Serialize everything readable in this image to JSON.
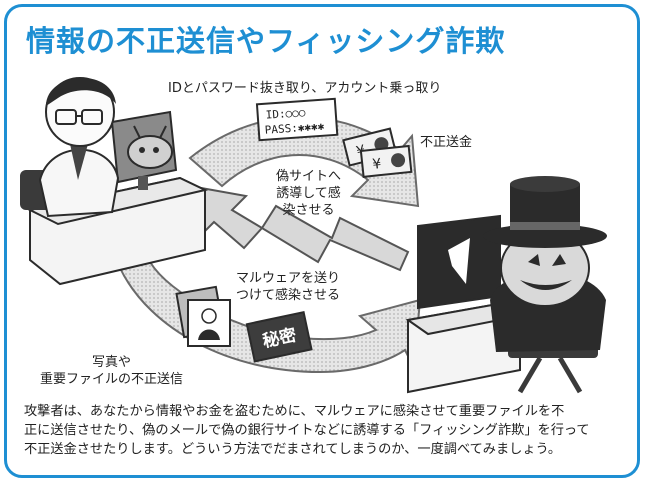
{
  "title": "情報の不正送信やフィッシング詐欺",
  "labels": {
    "id_theft": "IDとパスワード抜き取り、アカウント乗っ取り",
    "id_card_line1": "ID:○○○",
    "id_card_line2": "PASS:✱✱✱✱",
    "fraud_transfer": "不正送金",
    "fake_site": [
      "偽サイトへ",
      "誘導して感",
      "染させる"
    ],
    "malware": [
      "マルウェアを送り",
      "つけて感染させる"
    ],
    "photo_leak": [
      "写真や",
      "重要ファイルの不正送信"
    ],
    "secret_stamp": "秘密",
    "banknote_symbol": "¥"
  },
  "description": [
    "攻撃者は、あなたから情報やお金を盗むために、マルウェアに感染させて重要ファイルを不",
    "正に送信させたり、偽のメールで偽の銀行サイトなどに誘導する「フィッシング詐欺」を行って",
    "不正送金させたりします。どういう方法でだまされてしまうのか、一度調べてみましょう。"
  ],
  "colors": {
    "accent": "#1e8fd3",
    "arrow": "#c8c8c8",
    "dark": "#2b2b2b"
  }
}
